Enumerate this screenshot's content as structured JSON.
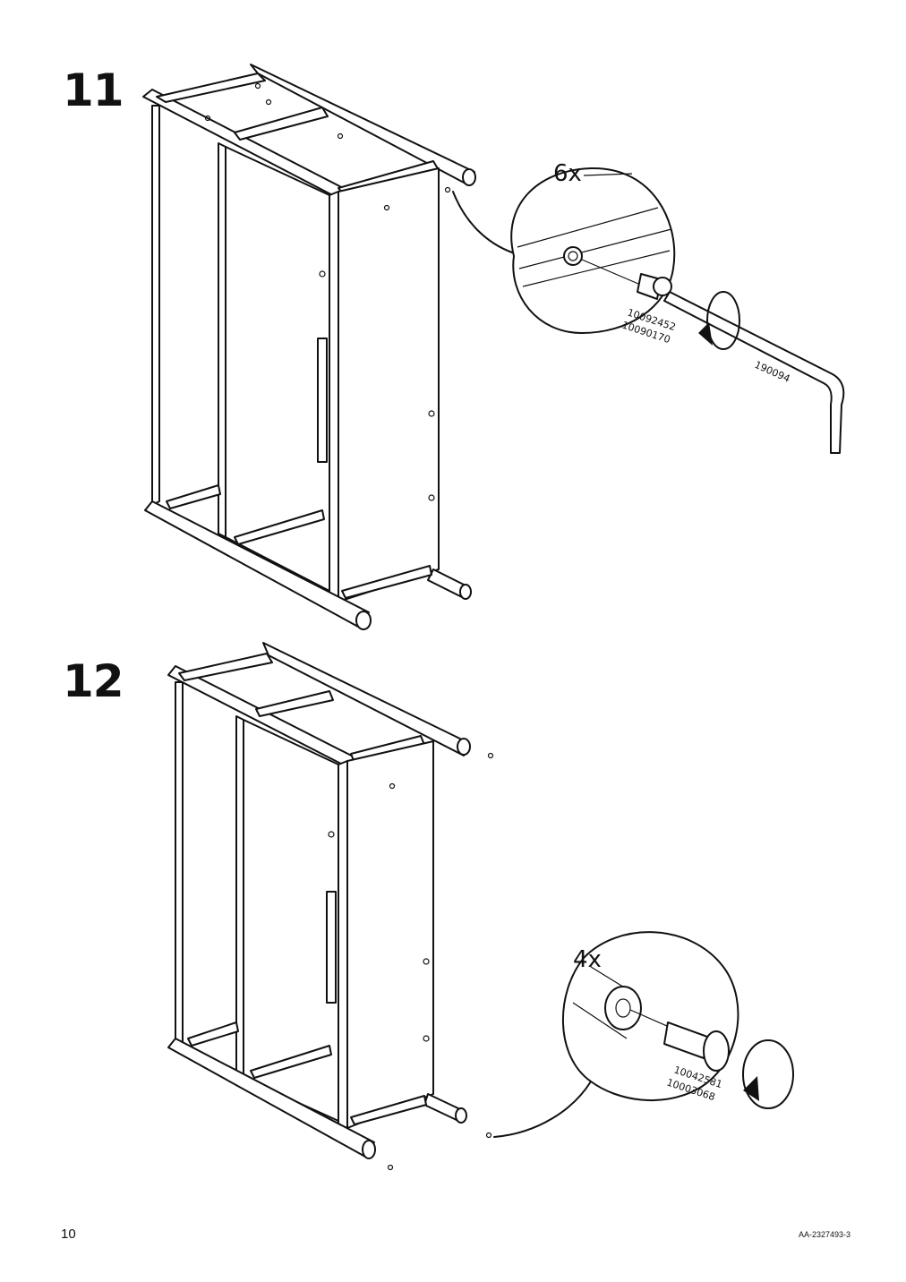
{
  "page": {
    "number": "10",
    "doc_code": "AA-2327493-3"
  },
  "steps": [
    {
      "number": "11",
      "callout": {
        "quantity": "6x",
        "part_numbers": [
          "10092452",
          "10090170"
        ],
        "tool_number": "190094",
        "tool": "allen-key"
      }
    },
    {
      "number": "12",
      "callout": {
        "quantity": "4x",
        "part_numbers": [
          "10042581",
          "10003068"
        ]
      }
    }
  ]
}
